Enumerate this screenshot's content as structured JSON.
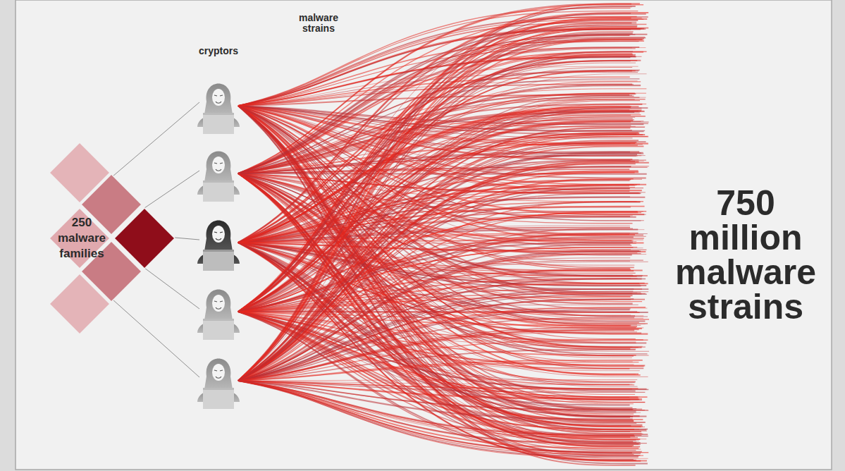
{
  "diagram": {
    "nodes": [
      {
        "text": [
          "250 malware families"
        ]
      }
    ],
    "labels": [
      "cryptors",
      "malware strains",
      "750 million malware strains"
    ]
  }
}
